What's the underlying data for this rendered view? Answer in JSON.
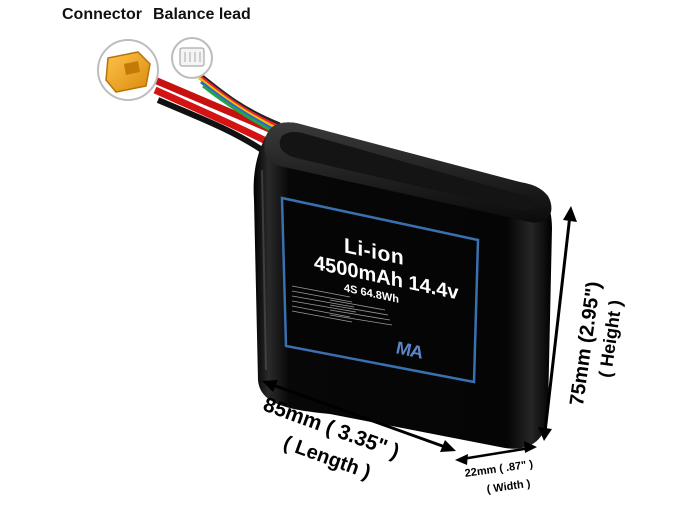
{
  "callouts": {
    "connector": "Connector",
    "balance_lead": "Balance lead"
  },
  "battery_label": {
    "chemistry": "Li-ion",
    "capacity_voltage": "4500mAh 14.4v",
    "config_energy": "4S 64.8Wh",
    "logo": "MA"
  },
  "dimensions": {
    "length": "85mm ( 3.35\" )",
    "length_caption": "( Length )",
    "width": "22mm ( .87\" )",
    "width_caption": "( Width )",
    "height": "75mm (2.95\")",
    "height_caption": "( Height )"
  },
  "colors": {
    "battery_body": "#0a0a0a",
    "label_border": "#3a6fb0",
    "connector": "#f2a21b",
    "wire_red": "#d41414",
    "wire_black": "#111111"
  }
}
